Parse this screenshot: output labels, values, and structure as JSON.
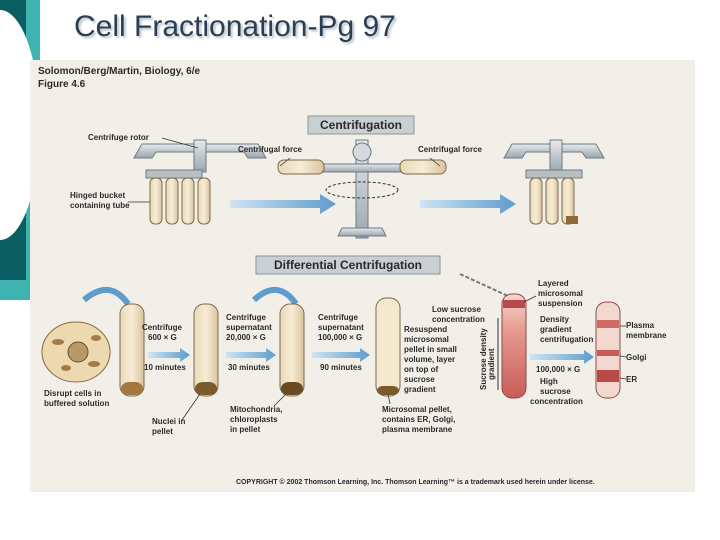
{
  "slide": {
    "title": "Cell Fractionation-Pg 97"
  },
  "figure": {
    "source_line1": "Solomon/Berg/Martin, Biology, 6/e",
    "source_line2": "Figure 4.6",
    "copyright": "COPYRIGHT © 2002 Thomson Learning, Inc. Thomson Learning™ is a trademark used herein under license.",
    "centrifugation": {
      "header": "Centrifugation",
      "rotor_label": "Centrifuge rotor",
      "bucket_label_1": "Hinged bucket",
      "bucket_label_2": "containing tube",
      "force_left": "Centrifugal force",
      "force_right": "Centrifugal force"
    },
    "differential": {
      "header": "Differential Centrifugation",
      "disrupt_1": "Disrupt cells in",
      "disrupt_2": "buffered solution",
      "step1_1": "Centrifuge",
      "step1_2": "600 × G",
      "step1_time": "10 minutes",
      "nuclei_1": "Nuclei in",
      "nuclei_2": "pellet",
      "step2_1": "Centrifuge",
      "step2_2": "supernatant",
      "step2_3": "20,000 × G",
      "step2_time": "30 minutes",
      "mito_1": "Mitochondria,",
      "mito_2": "chloroplasts",
      "mito_3": "in pellet",
      "step3_1": "Centrifuge",
      "step3_2": "supernatant",
      "step3_3": "100,000 × G",
      "step3_time": "90 minutes",
      "micro_1": "Microsomal pellet,",
      "micro_2": "contains ER, Golgi,",
      "micro_3": "plasma membrane",
      "resuspend_1": "Resuspend",
      "resuspend_2": "microsomal",
      "resuspend_3": "pellet in small",
      "resuspend_4": "volume, layer",
      "resuspend_5": "on top of",
      "resuspend_6": "sucrose",
      "resuspend_7": "gradient",
      "low_sucrose_1": "Low sucrose",
      "low_sucrose_2": "concentration",
      "gradient_axis_1": "Sucrose density",
      "gradient_axis_2": "gradient",
      "layered_1": "Layered",
      "layered_2": "microsomal",
      "layered_3": "suspension",
      "density_1": "Density",
      "density_2": "gradient",
      "density_3": "centrifugation",
      "density_4": "100,000 × G",
      "high_1": "High",
      "high_2": "sucrose",
      "high_3": "concentration",
      "plasma_1": "Plasma",
      "plasma_2": "membrane",
      "golgi": "Golgi",
      "er": "ER"
    }
  }
}
